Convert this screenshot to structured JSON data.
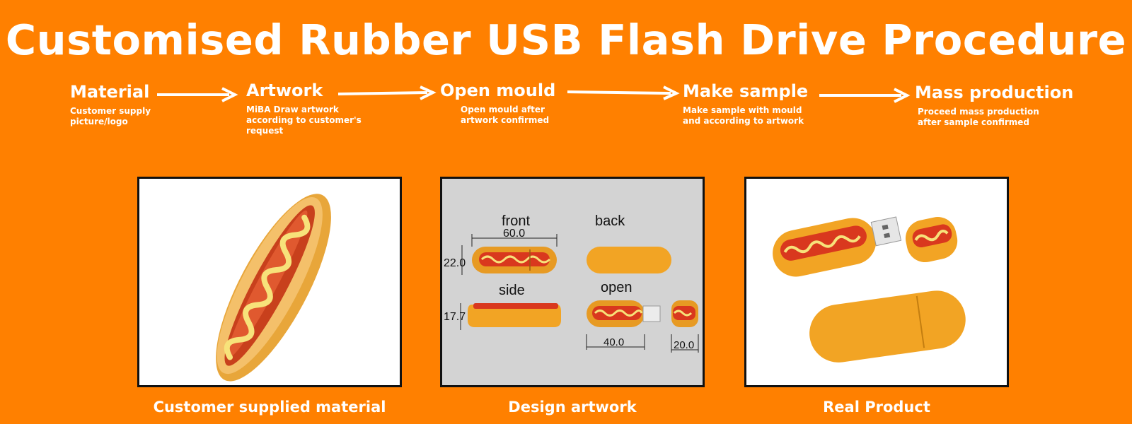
{
  "page": {
    "title": "Customised Rubber USB Flash Drive Procedure",
    "background_color": "#FF8000",
    "text_color": "#FFFFFF"
  },
  "steps": [
    {
      "title": "Material",
      "description": "Customer supply\npicture/logo"
    },
    {
      "title": "Artwork",
      "description": "MiBA Draw artwork\n according to customer's\n request"
    },
    {
      "title": "Open mould",
      "description": "Open mould after\nartwork confirmed"
    },
    {
      "title": "Make sample",
      "description": "Make sample with mould\nand according to artwork"
    },
    {
      "title": "Mass production",
      "description": "Proceed mass production\nafter sample confirmed"
    }
  ],
  "panels": [
    {
      "caption": "Customer supplied material"
    },
    {
      "caption": "Design artwork",
      "drawing_labels": {
        "front": "front",
        "back": "back",
        "side": "side",
        "open": "open",
        "dim_length": "60.0",
        "dim_height": "22.0",
        "dim_side": "17.7",
        "dim_body": "40.0",
        "dim_cap": "20.0"
      }
    },
    {
      "caption": "Real Product"
    }
  ],
  "colors": {
    "bun": "#F2A424",
    "sausage": "#D9381E",
    "mustard": "#F7E27A",
    "artwork_bg": "#D3D3D3"
  }
}
